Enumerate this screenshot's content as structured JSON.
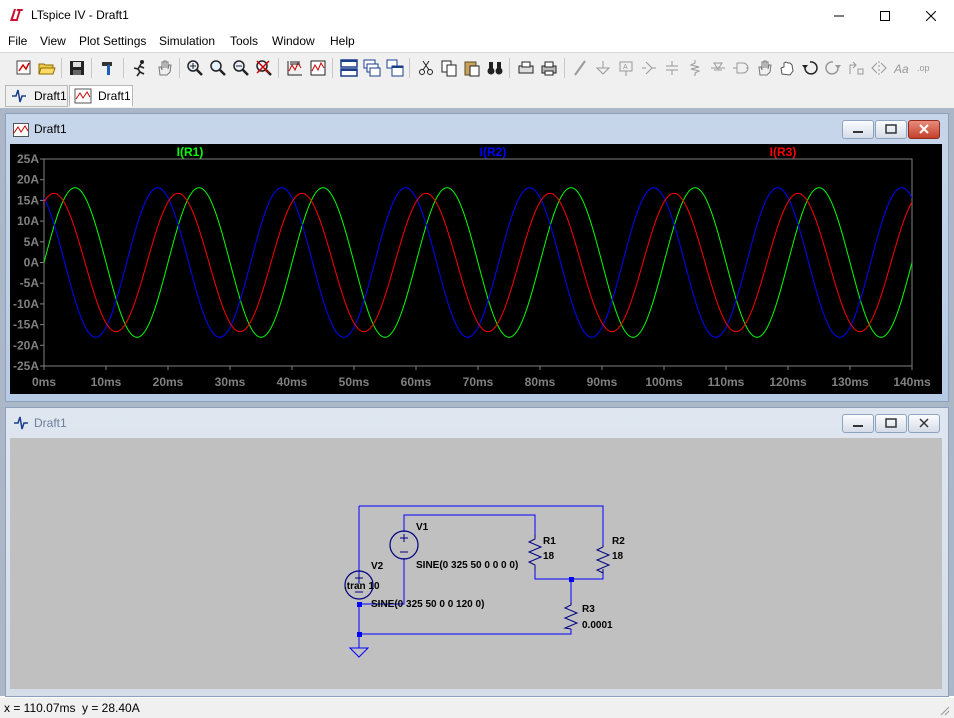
{
  "window": {
    "title": "LTspice IV - Draft1"
  },
  "menu": {
    "items": [
      "File",
      "View",
      "Plot Settings",
      "Simulation",
      "Tools",
      "Window",
      "Help"
    ]
  },
  "toolbar": {
    "buttons": [
      "new-schematic",
      "open",
      "save",
      "control-panel",
      "run",
      "halt",
      "zoom-in",
      "zoom-pan",
      "zoom-out",
      "zoom-cancel",
      "autorange",
      "plot-settings",
      "tile-horizontal",
      "cascade",
      "tile-vertical",
      "cut",
      "copy",
      "paste",
      "find",
      "print-preview",
      "print",
      "wire",
      "ground",
      "label-net",
      "component",
      "resistor",
      "capacitor",
      "inductor",
      "diode",
      "move",
      "drag",
      "undo",
      "redo",
      "rotate",
      "mirror",
      "text",
      "spice-directive"
    ]
  },
  "tabs": [
    {
      "label": "Draft1",
      "kind": "schematic"
    },
    {
      "label": "Draft1",
      "kind": "waveform",
      "active": true
    }
  ],
  "waveform_window": {
    "title": "Draft1"
  },
  "schematic_window": {
    "title": "Draft1"
  },
  "chart_data": {
    "type": "line",
    "xlabel": "",
    "ylabel": "",
    "xlim": [
      0,
      140
    ],
    "ylim": [
      -25,
      25
    ],
    "x_ticks": [
      "0ms",
      "10ms",
      "20ms",
      "30ms",
      "40ms",
      "50ms",
      "60ms",
      "70ms",
      "80ms",
      "90ms",
      "100ms",
      "110ms",
      "120ms",
      "130ms",
      "140ms"
    ],
    "y_ticks": [
      "25A",
      "20A",
      "15A",
      "10A",
      "5A",
      "0A",
      "-5A",
      "-10A",
      "-15A",
      "-20A",
      "-25A"
    ],
    "background": "#000000",
    "series": [
      {
        "name": "I(R1)",
        "color": "#00ff00",
        "amplitude": 18.06,
        "freq_hz": 50,
        "phase_deg": 0
      },
      {
        "name": "I(R2)",
        "color": "#0000ff",
        "amplitude": 18.06,
        "freq_hz": 50,
        "phase_deg": 120
      },
      {
        "name": "I(R3)",
        "color": "#ff0000",
        "amplitude": 16.7,
        "freq_hz": 50,
        "phase_deg": 61
      }
    ]
  },
  "schematic": {
    "components": [
      {
        "ref": "V1",
        "value": "SINE(0 325 50 0 0 0 0)"
      },
      {
        "ref": "V2",
        "value": "SINE(0 325 50 0 0 120 0)"
      },
      {
        "ref": "R1",
        "value": "18"
      },
      {
        "ref": "R2",
        "value": "18"
      },
      {
        "ref": "R3",
        "value": "0.0001"
      }
    ],
    "directive": ".tran 10"
  },
  "status": {
    "x": "x = 110.07ms",
    "y": "y = 28.40A"
  }
}
